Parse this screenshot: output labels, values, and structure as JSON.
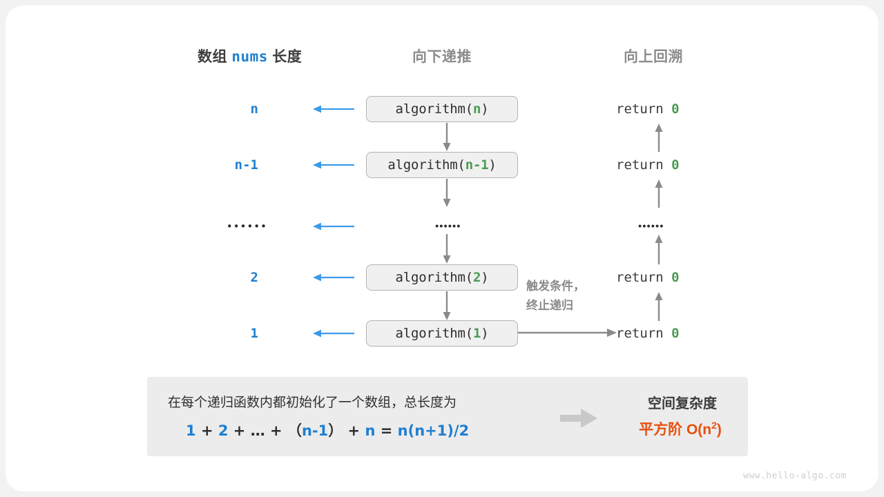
{
  "headers": {
    "left_prefix": "数组",
    "left_code": "nums",
    "left_suffix": "长度",
    "middle": "向下递推",
    "right": "向上回溯"
  },
  "colors": {
    "blue": "#1f7fd0",
    "green": "#4a9a52",
    "orange": "#e8500f",
    "gray_text": "#8c8c8c",
    "box_fill": "#f0f0f0",
    "box_border": "#b3b3b3",
    "panel_fill": "#ececec",
    "arrow_gray": "#8a8a8a",
    "arrow_blue": "#3d9ae8"
  },
  "rows": [
    {
      "length": "n",
      "call_fn": "algorithm(",
      "call_arg": "n",
      "call_close": ")",
      "ret_text": "return",
      "ret_value": "0",
      "is_dots": false
    },
    {
      "length": "n-1",
      "call_fn": "algorithm(",
      "call_arg": "n-1",
      "call_close": ")",
      "ret_text": "return",
      "ret_value": "0",
      "is_dots": false
    },
    {
      "length": "••••••",
      "call_fn": "",
      "call_arg": "",
      "call_close": "",
      "ret_text": "••••••",
      "ret_value": "",
      "is_dots": true
    },
    {
      "length": "2",
      "call_fn": "algorithm(",
      "call_arg": "2",
      "call_close": ")",
      "ret_text": "return",
      "ret_value": "0",
      "is_dots": false
    },
    {
      "length": "1",
      "call_fn": "algorithm(",
      "call_arg": "1",
      "call_close": ")",
      "ret_text": "return",
      "ret_value": "0",
      "is_dots": false
    }
  ],
  "dots_glyph": "••••••",
  "trigger_note": {
    "line1": "触发条件，",
    "line2": "终止递归"
  },
  "summary": {
    "description": "在每个递归函数内都初始化了一个数组，总长度为",
    "formula": {
      "t1": "1",
      "op1": "+",
      "t2": "2",
      "op2": "+",
      "t3": "…",
      "op3": "+",
      "lparen": "（",
      "t4": "n-1",
      "rparen": "）",
      "op4": "+",
      "t5": "n",
      "eq": "=",
      "t6": "n(n+1)/2"
    },
    "title": "空间复杂度",
    "result_prefix": "平方阶",
    "result_big_o": "O(n",
    "result_exp": "2",
    "result_close": ")"
  },
  "watermark": "www.hello-algo.com"
}
